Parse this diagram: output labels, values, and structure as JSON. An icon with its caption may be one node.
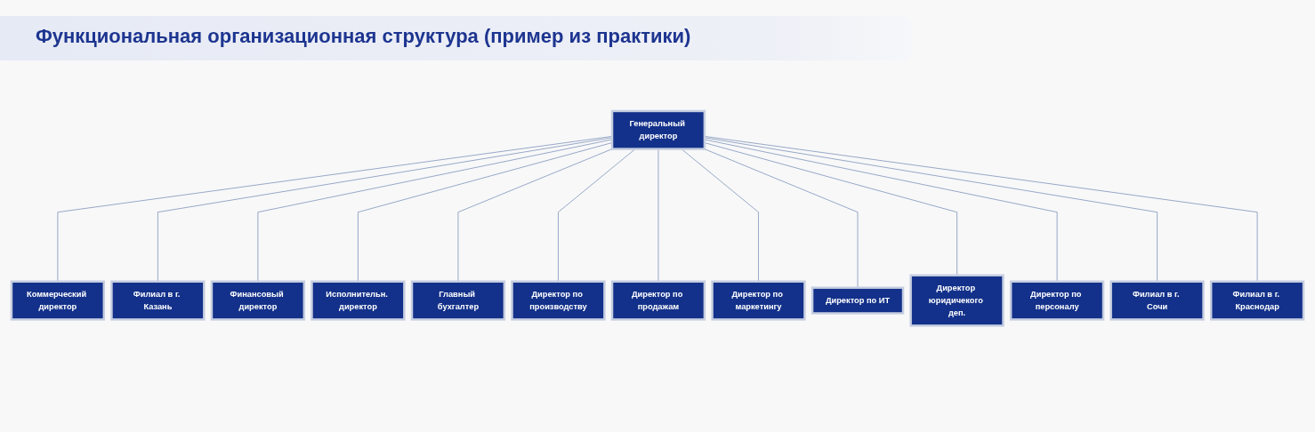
{
  "diagram": {
    "title": "Функциональная организационная структура (пример из практики)",
    "nodes": [
      {
        "text": [
          "Генеральный директор"
        ]
      },
      {
        "text": [
          "Коммерческий директор"
        ]
      },
      {
        "text": [
          "Филиал в г. Казань"
        ]
      },
      {
        "text": [
          "Финансовый директор"
        ]
      },
      {
        "text": [
          "Исполнительн. директор"
        ]
      },
      {
        "text": [
          "Главный бухгалтер"
        ]
      },
      {
        "text": [
          "Директор по производству"
        ]
      },
      {
        "text": [
          "Директор по продажам"
        ]
      },
      {
        "text": [
          "Директор по маркетингу"
        ]
      },
      {
        "text": [
          "Директор по ИТ"
        ]
      },
      {
        "text": [
          "Директор юридичекого деп."
        ]
      },
      {
        "text": [
          "Директор по персоналу"
        ]
      },
      {
        "text": [
          "Филиал в г. Сочи"
        ]
      },
      {
        "text": [
          "Филиал в г. Краснодар"
        ]
      }
    ],
    "edges": [
      {
        "from": 0,
        "to": 1,
        "arrow": "none"
      },
      {
        "from": 0,
        "to": 2,
        "arrow": "none"
      },
      {
        "from": 0,
        "to": 3,
        "arrow": "none"
      },
      {
        "from": 0,
        "to": 4,
        "arrow": "none"
      },
      {
        "from": 0,
        "to": 5,
        "arrow": "none"
      },
      {
        "from": 0,
        "to": 6,
        "arrow": "none"
      },
      {
        "from": 0,
        "to": 7,
        "arrow": "none"
      },
      {
        "from": 0,
        "to": 8,
        "arrow": "none"
      },
      {
        "from": 0,
        "to": 9,
        "arrow": "none"
      },
      {
        "from": 0,
        "to": 10,
        "arrow": "none"
      },
      {
        "from": 0,
        "to": 11,
        "arrow": "none"
      },
      {
        "from": 0,
        "to": 12,
        "arrow": "none"
      },
      {
        "from": 0,
        "to": 13,
        "arrow": "none"
      }
    ]
  }
}
